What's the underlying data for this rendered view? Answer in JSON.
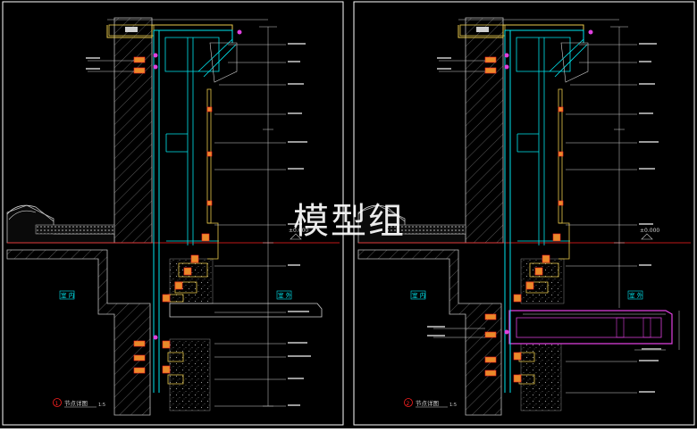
{
  "colors": {
    "background": "#000000",
    "frame": "#ffffff",
    "wall_line": "#c8c8c8",
    "hatch": "#7a7a7a",
    "cyan": "#00e5ee",
    "yellow": "#e8c84a",
    "orange": "#e88a2a",
    "red": "#ff2020",
    "magenta": "#e040e0",
    "blue_green": "#2fb8a8"
  },
  "watermark": "模型组",
  "left_panel": {
    "room_label_a": "室 内",
    "room_label_b": "室 外",
    "title": "节点详图",
    "title_no": "1",
    "scale": "1:5",
    "level": "±0.000"
  },
  "right_panel": {
    "room_label_a": "室 内",
    "room_label_b": "室 外",
    "title": "节点详图",
    "title_no": "2",
    "scale": "1:5",
    "level": "±0.000"
  },
  "icons": [
    "level-marker-icon",
    "section-title-icon"
  ]
}
